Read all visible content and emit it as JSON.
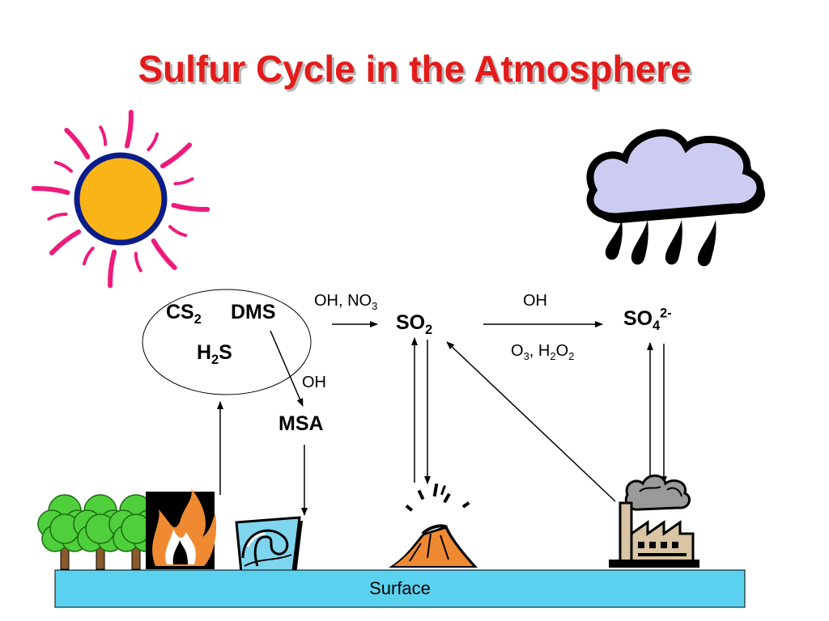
{
  "title": "Sulfur Cycle in the Atmosphere",
  "colors": {
    "title": "#e31b1b",
    "surface": "#5ad2ef",
    "sun_fill": "#fbb417",
    "sun_ray": "#ee1a7c",
    "cloud_fill": "#ccccf3",
    "tree_leaf": "#4fcf3b",
    "volcano": "#f08a32"
  },
  "species": {
    "cs2": {
      "base": "CS",
      "sub": "2"
    },
    "dms": "DMS",
    "h2s": {
      "base": "H",
      "sub": "2",
      "tail": "S"
    },
    "so2": {
      "base": "SO",
      "sub": "2"
    },
    "so4": {
      "base": "SO",
      "sub": "4",
      "sup": "2-"
    },
    "msa": "MSA"
  },
  "reactions": {
    "to_so2": {
      "text": "OH, NO",
      "sub": "3"
    },
    "to_so4_top": "OH",
    "to_so4_bottom": {
      "o": "O",
      "o_sub": "3",
      "mid": ", H",
      "h_sub": "2",
      "o2": "O",
      "o2_sub": "2"
    },
    "to_msa": "OH"
  },
  "surface_label": "Surface",
  "icons": [
    "sun-icon",
    "rain-cloud-icon",
    "trees-icon",
    "fire-icon",
    "ocean-wave-icon",
    "volcano-icon",
    "factory-icon"
  ]
}
